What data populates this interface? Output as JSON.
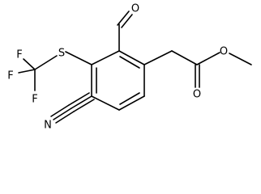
{
  "molecule": {
    "atoms": {
      "formyl_oxygen": "O",
      "sulfur": "S",
      "fluorine_1": "F",
      "fluorine_2": "F",
      "fluorine_3": "F",
      "nitrile_nitrogen": "N",
      "carbonyl_oxygen": "O",
      "ether_oxygen": "O"
    }
  }
}
